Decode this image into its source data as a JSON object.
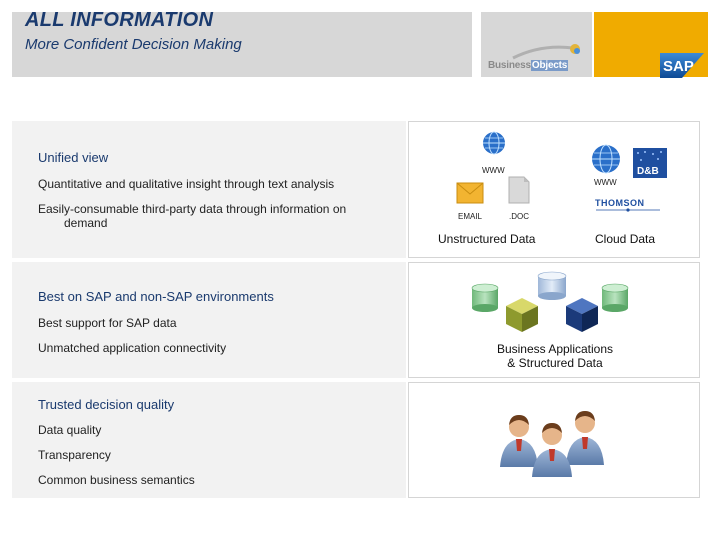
{
  "header": {
    "title": "ALL INFORMATION",
    "subtitle": "More Confident Decision Making"
  },
  "logos": {
    "business_objects_a": "Business",
    "business_objects_b": "Objects",
    "sap": "SAP"
  },
  "sections": [
    {
      "heading": "Unified view",
      "items": [
        "Quantitative and qualitative insight through text analysis",
        "Easily-consumable third-party data through information on",
        "demand"
      ]
    },
    {
      "heading": "Best on SAP and non-SAP environments",
      "items": [
        "Best support for SAP data",
        "Unmatched application connectivity"
      ]
    },
    {
      "heading": "Trusted decision quality",
      "items": [
        "Data quality",
        "Transparency",
        "Common business semantics"
      ]
    }
  ],
  "diagram": {
    "www1": "WWW",
    "www2": "WWW",
    "email": "EMAIL",
    "doc": ".DOC",
    "unstructured": "Unstructured Data",
    "cloud": "Cloud Data",
    "dnb": "D&B",
    "thomson": "THOMSON",
    "business_apps_line1": "Business Applications",
    "business_apps_line2": "& Structured Data"
  },
  "colors": {
    "title": "#1a3a6e",
    "panel_bg": "#f2f2f2",
    "header_bg": "#d7d7d7",
    "sap_gold": "#f0ab00",
    "sap_blue": "#1e5fa8"
  }
}
